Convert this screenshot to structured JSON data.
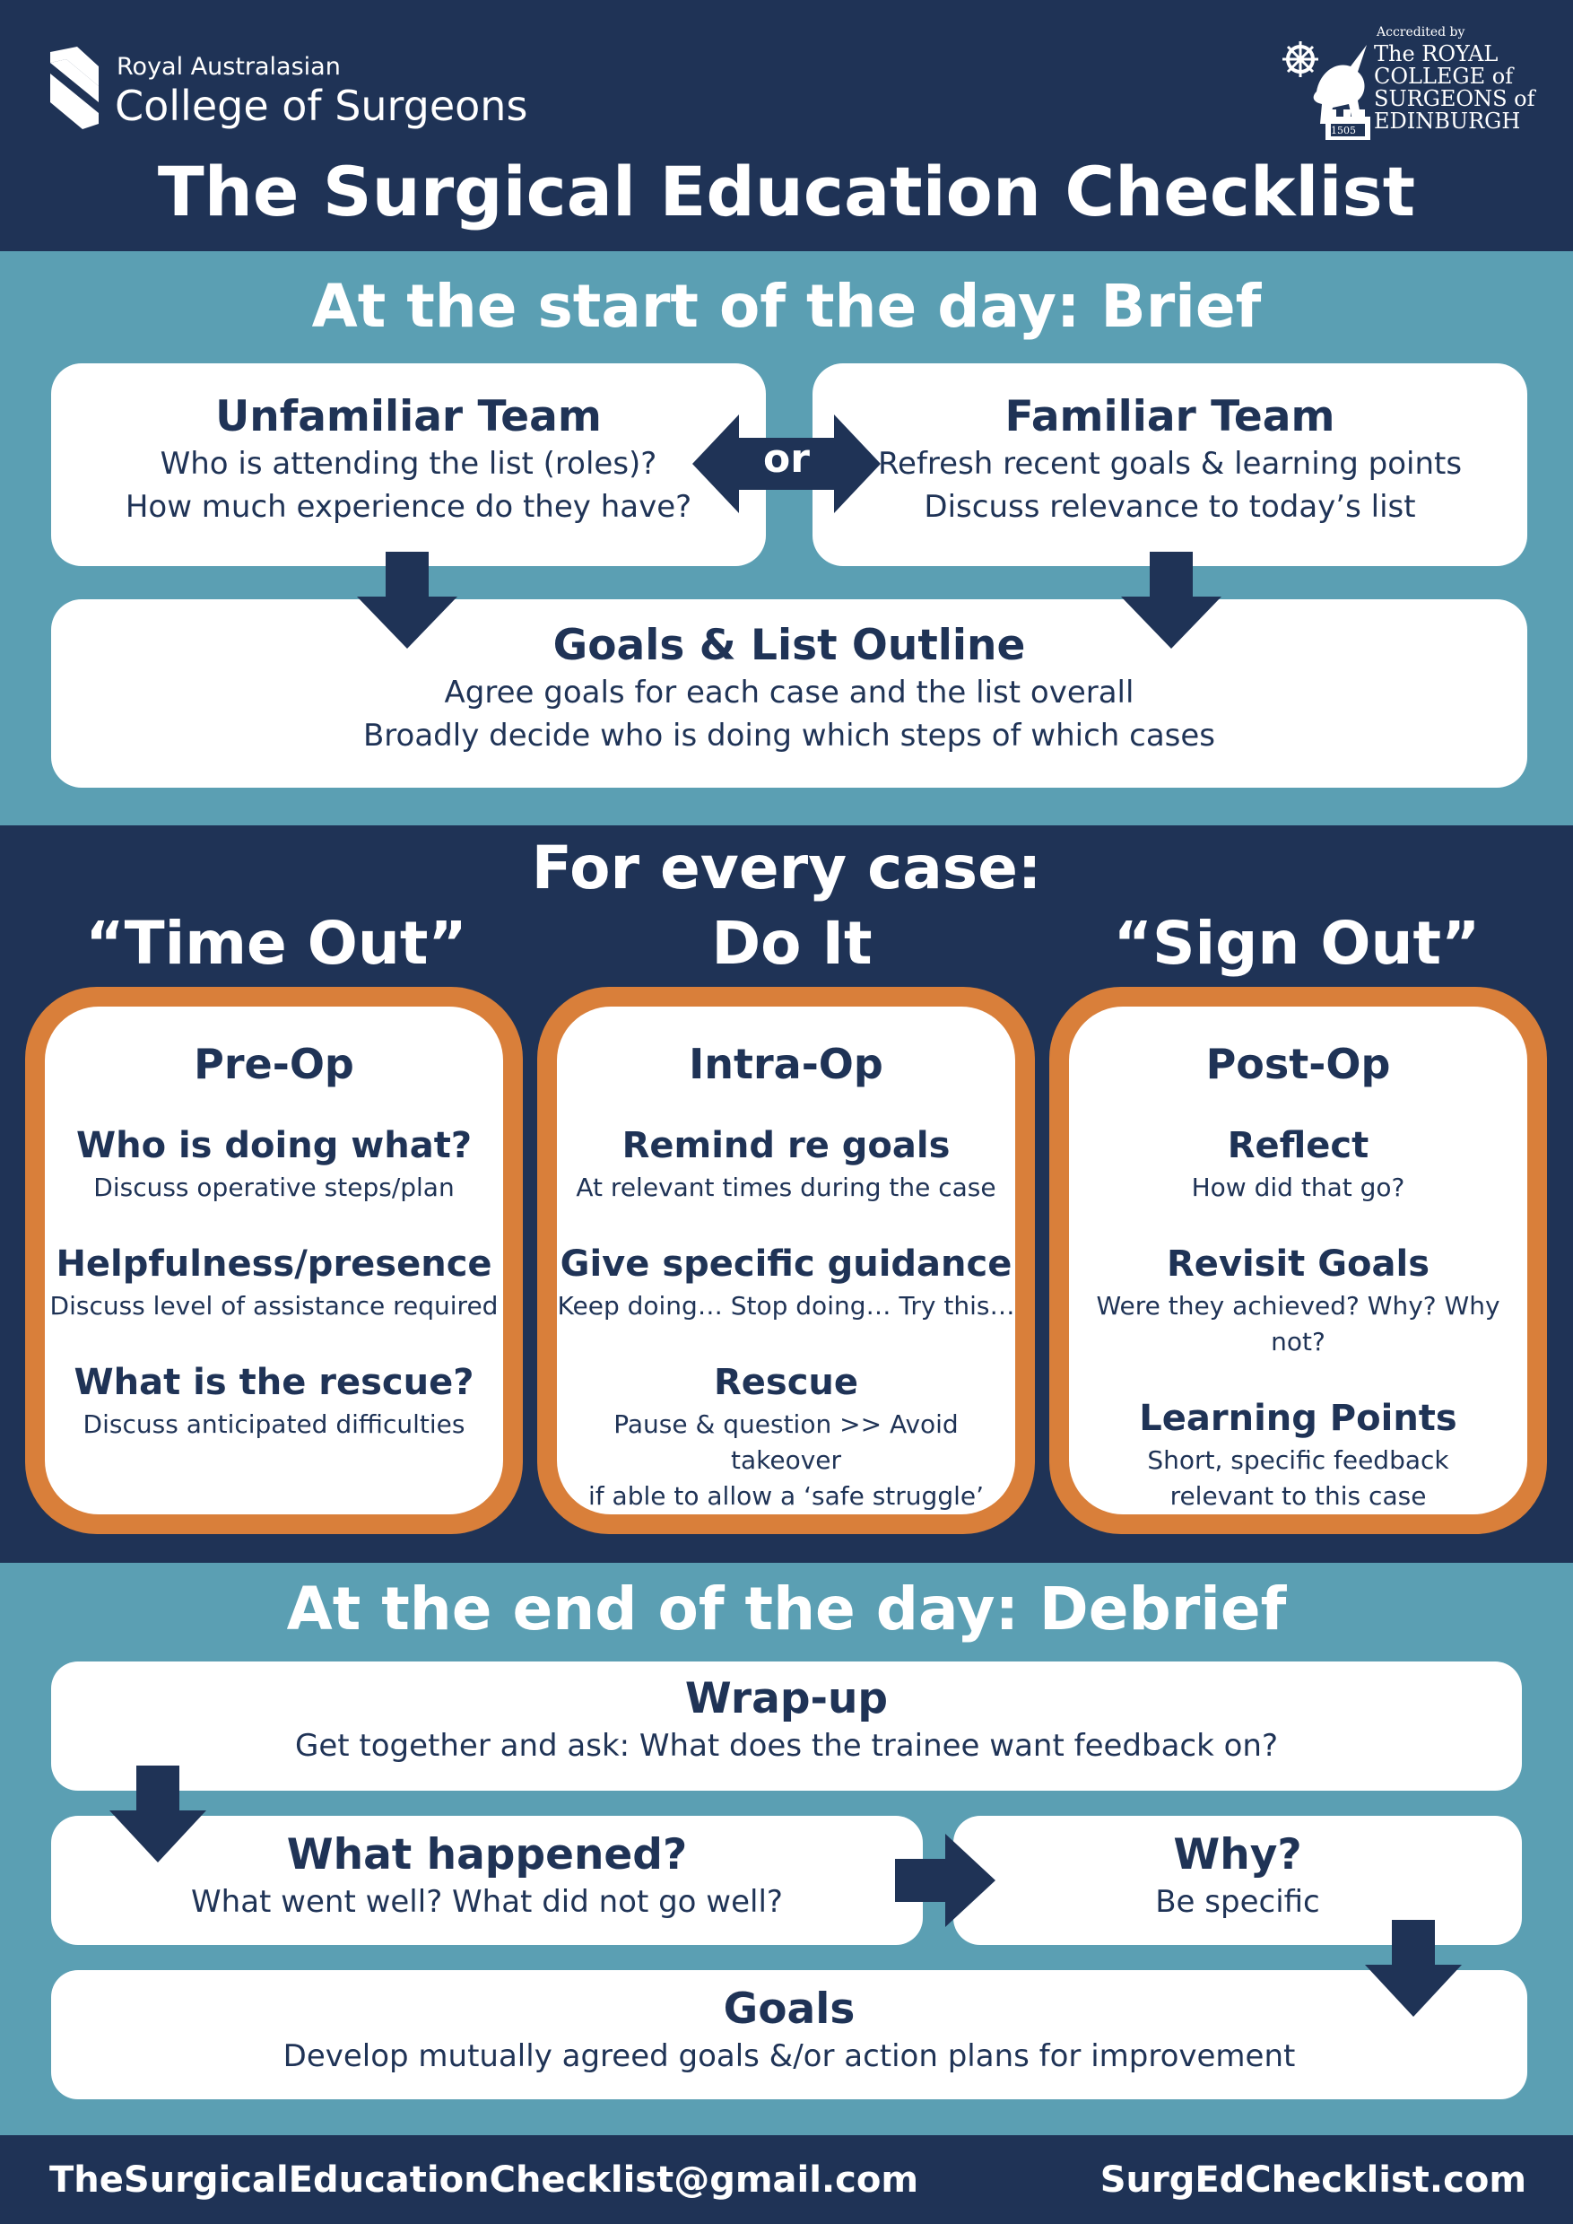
{
  "header": {
    "racs_small": "Royal Australasian",
    "racs_large": "College of Surgeons",
    "rcse_accredited": "Accredited by",
    "rcse_line1": "The ROYAL",
    "rcse_line2": "COLLEGE of",
    "rcse_line3": "SURGEONS of",
    "rcse_line4": "EDINBURGH",
    "rcse_year": "1505",
    "title": "The Surgical Education Checklist"
  },
  "brief": {
    "title": "At the start of the day: Brief",
    "unfamiliar": {
      "heading": "Unfamiliar Team",
      "line1": "Who is attending the list (roles)?",
      "line2": "How much experience do they have?"
    },
    "or": "or",
    "familiar": {
      "heading": "Familiar Team",
      "line1": "Refresh recent goals & learning points",
      "line2": "Discuss relevance to today’s list"
    },
    "goals": {
      "heading": "Goals & List Outline",
      "line1": "Agree goals for each case and the list overall",
      "line2": "Broadly decide who is doing which steps of which cases"
    }
  },
  "every_case": {
    "title": "For every case:",
    "columns": [
      {
        "title": "“Time Out”",
        "card_title": "Pre-Op",
        "items": [
          {
            "heading": "Who is doing what?",
            "line1": "Discuss operative steps/plan",
            "line2": ""
          },
          {
            "heading": "Helpfulness/presence",
            "line1": "Discuss level of assistance required",
            "line2": ""
          },
          {
            "heading": "What is the rescue?",
            "line1": "Discuss anticipated difficulties",
            "line2": ""
          }
        ]
      },
      {
        "title": "Do It",
        "card_title": "Intra-Op",
        "items": [
          {
            "heading": "Remind re goals",
            "line1": "At relevant times during the case",
            "line2": ""
          },
          {
            "heading": "Give specific guidance",
            "line1": "Keep doing… Stop doing… Try this…",
            "line2": ""
          },
          {
            "heading": "Rescue",
            "line1": "Pause & question >> Avoid takeover",
            "line2": "if able to allow a ‘safe struggle’"
          }
        ]
      },
      {
        "title": "“Sign Out”",
        "card_title": "Post-Op",
        "items": [
          {
            "heading": "Reflect",
            "line1": "How did that go?",
            "line2": ""
          },
          {
            "heading": "Revisit Goals",
            "line1": "Were they achieved? Why? Why not?",
            "line2": ""
          },
          {
            "heading": "Learning Points",
            "line1": "Short, specific feedback",
            "line2": "relevant to this case"
          }
        ]
      }
    ]
  },
  "debrief": {
    "title": "At the end of the day: Debrief",
    "wrapup": {
      "heading": "Wrap-up",
      "line1": "Get together and ask: What does the trainee want feedback on?"
    },
    "happened": {
      "heading": "What happened?",
      "line1": "What went well? What did not go well?"
    },
    "why": {
      "heading": "Why?",
      "line1": "Be specific"
    },
    "goals": {
      "heading": "Goals",
      "line1": "Develop mutually agreed goals &/or action plans for improvement"
    }
  },
  "footer": {
    "email": "TheSurgicalEducationChecklist@gmail.com",
    "website": "SurgEdChecklist.com"
  },
  "colors": {
    "navy": "#1f3356",
    "teal": "#5b9fb3",
    "orange": "#d97f3a",
    "white": "#ffffff"
  }
}
